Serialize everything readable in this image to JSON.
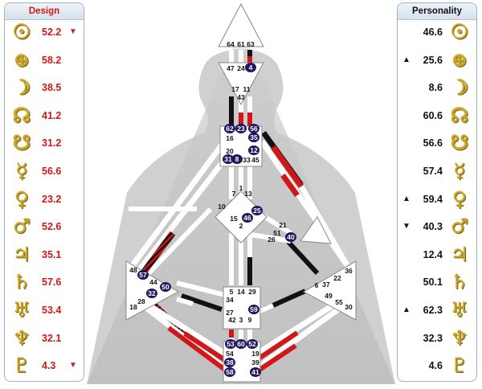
{
  "design": {
    "header": "Design",
    "rows": [
      {
        "icon": "sun-icon",
        "glyph": "☉",
        "value": "52.2",
        "arrow": "▼"
      },
      {
        "icon": "earth-icon",
        "glyph": "⊕",
        "value": "58.2",
        "arrow": ""
      },
      {
        "icon": "moon-icon",
        "glyph": "☽",
        "value": "38.5",
        "arrow": ""
      },
      {
        "icon": "north-node-icon",
        "glyph": "☊",
        "value": "41.2",
        "arrow": ""
      },
      {
        "icon": "south-node-icon",
        "glyph": "☋",
        "value": "31.2",
        "arrow": ""
      },
      {
        "icon": "mercury-icon",
        "glyph": "☿",
        "value": "56.6",
        "arrow": ""
      },
      {
        "icon": "venus-icon",
        "glyph": "♀",
        "value": "23.2",
        "arrow": ""
      },
      {
        "icon": "mars-icon",
        "glyph": "♂",
        "value": "52.6",
        "arrow": ""
      },
      {
        "icon": "jupiter-icon",
        "glyph": "♃",
        "value": "35.1",
        "arrow": ""
      },
      {
        "icon": "saturn-icon",
        "glyph": "♄",
        "value": "57.6",
        "arrow": ""
      },
      {
        "icon": "uranus-icon",
        "glyph": "♅",
        "value": "53.4",
        "arrow": ""
      },
      {
        "icon": "neptune-icon",
        "glyph": "♆",
        "value": "32.1",
        "arrow": ""
      },
      {
        "icon": "pluto-icon",
        "glyph": "♇",
        "value": "4.3",
        "arrow": "▼"
      }
    ]
  },
  "personality": {
    "header": "Personality",
    "rows": [
      {
        "icon": "sun-icon",
        "glyph": "☉",
        "value": "46.6",
        "arrow": ""
      },
      {
        "icon": "earth-icon",
        "glyph": "⊕",
        "value": "25.6",
        "arrow": "▲"
      },
      {
        "icon": "moon-icon",
        "glyph": "☽",
        "value": "8.6",
        "arrow": ""
      },
      {
        "icon": "north-node-icon",
        "glyph": "☊",
        "value": "60.6",
        "arrow": ""
      },
      {
        "icon": "south-node-icon",
        "glyph": "☋",
        "value": "56.6",
        "arrow": ""
      },
      {
        "icon": "mercury-icon",
        "glyph": "☿",
        "value": "57.4",
        "arrow": ""
      },
      {
        "icon": "venus-icon",
        "glyph": "♀",
        "value": "59.4",
        "arrow": "▲"
      },
      {
        "icon": "mars-icon",
        "glyph": "♂",
        "value": "40.3",
        "arrow": "▼"
      },
      {
        "icon": "jupiter-icon",
        "glyph": "♃",
        "value": "12.4",
        "arrow": ""
      },
      {
        "icon": "saturn-icon",
        "glyph": "♄",
        "value": "50.1",
        "arrow": ""
      },
      {
        "icon": "uranus-icon",
        "glyph": "♅",
        "value": "62.3",
        "arrow": "▲"
      },
      {
        "icon": "neptune-icon",
        "glyph": "♆",
        "value": "32.3",
        "arrow": ""
      },
      {
        "icon": "pluto-icon",
        "glyph": "♇",
        "value": "4.6",
        "arrow": ""
      }
    ]
  },
  "colors": {
    "design_red": "#d01818",
    "personality_black": "#111111",
    "planet_gold": "#c9a62c",
    "defined_gate_circle": "#1e1860",
    "channel_white": "#ffffff",
    "silhouette_gray": "#c8c8c8"
  },
  "bodygraph": {
    "gate_labels": [
      {
        "id": "64",
        "text": "64"
      },
      {
        "id": "61",
        "text": "61"
      },
      {
        "id": "63",
        "text": "63"
      },
      {
        "id": "47",
        "text": "47"
      },
      {
        "id": "24",
        "text": "24"
      },
      {
        "id": "4",
        "text": "4",
        "defined": true
      },
      {
        "id": "17",
        "text": "17"
      },
      {
        "id": "11",
        "text": "11"
      },
      {
        "id": "43",
        "text": "43"
      },
      {
        "id": "62",
        "text": "62",
        "defined": true
      },
      {
        "id": "23",
        "text": "23",
        "defined": true
      },
      {
        "id": "56",
        "text": "56",
        "defined": true
      },
      {
        "id": "16",
        "text": "16"
      },
      {
        "id": "35",
        "text": "35",
        "defined": true
      },
      {
        "id": "20",
        "text": "20"
      },
      {
        "id": "12",
        "text": "12",
        "defined": true
      },
      {
        "id": "31",
        "text": "31",
        "defined": true
      },
      {
        "id": "8",
        "text": "8",
        "defined": true
      },
      {
        "id": "33",
        "text": "33"
      },
      {
        "id": "45",
        "text": "45"
      },
      {
        "id": "1",
        "text": "1"
      },
      {
        "id": "7",
        "text": "7"
      },
      {
        "id": "13",
        "text": "13"
      },
      {
        "id": "10",
        "text": "10"
      },
      {
        "id": "25",
        "text": "25",
        "defined": true
      },
      {
        "id": "15",
        "text": "15"
      },
      {
        "id": "46",
        "text": "46",
        "defined": true
      },
      {
        "id": "2",
        "text": "2"
      },
      {
        "id": "21",
        "text": "21"
      },
      {
        "id": "51",
        "text": "51"
      },
      {
        "id": "26",
        "text": "26"
      },
      {
        "id": "40",
        "text": "40",
        "defined": true
      },
      {
        "id": "48",
        "text": "48"
      },
      {
        "id": "57",
        "text": "57",
        "defined": true
      },
      {
        "id": "44",
        "text": "44"
      },
      {
        "id": "50",
        "text": "50",
        "defined": true
      },
      {
        "id": "32",
        "text": "32",
        "defined": true
      },
      {
        "id": "28",
        "text": "28"
      },
      {
        "id": "18",
        "text": "18"
      },
      {
        "id": "5",
        "text": "5"
      },
      {
        "id": "14",
        "text": "14"
      },
      {
        "id": "29",
        "text": "29"
      },
      {
        "id": "34",
        "text": "34"
      },
      {
        "id": "27",
        "text": "27"
      },
      {
        "id": "59",
        "text": "59",
        "defined": true
      },
      {
        "id": "42",
        "text": "42"
      },
      {
        "id": "3",
        "text": "3"
      },
      {
        "id": "9",
        "text": "9"
      },
      {
        "id": "36",
        "text": "36"
      },
      {
        "id": "6",
        "text": "6"
      },
      {
        "id": "37",
        "text": "37"
      },
      {
        "id": "22",
        "text": "22"
      },
      {
        "id": "49",
        "text": "49"
      },
      {
        "id": "55",
        "text": "55"
      },
      {
        "id": "30",
        "text": "30"
      },
      {
        "id": "53",
        "text": "53",
        "defined": true
      },
      {
        "id": "60",
        "text": "60",
        "defined": true
      },
      {
        "id": "52",
        "text": "52",
        "defined": true
      },
      {
        "id": "54",
        "text": "54"
      },
      {
        "id": "19",
        "text": "19"
      },
      {
        "id": "38",
        "text": "38",
        "defined": true
      },
      {
        "id": "39",
        "text": "39"
      },
      {
        "id": "58",
        "text": "58",
        "defined": true
      },
      {
        "id": "41",
        "text": "41",
        "defined": true
      }
    ]
  }
}
